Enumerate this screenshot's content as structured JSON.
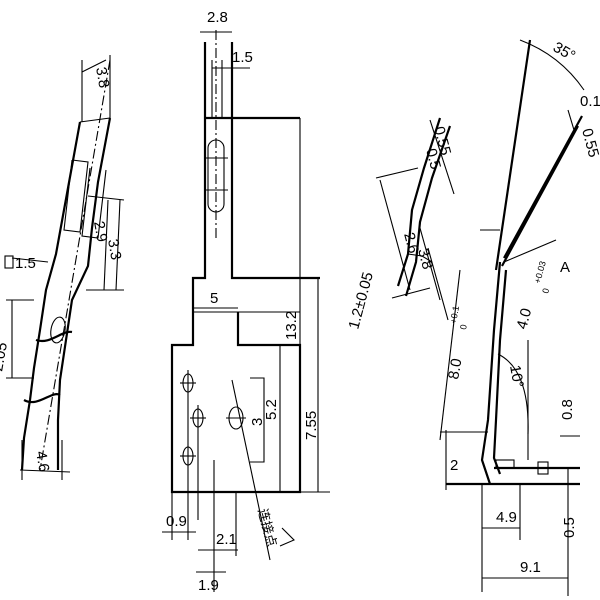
{
  "left_view": {
    "dims": {
      "d3_8": "3.8",
      "d1_5": "1.5",
      "d2_9": "2.9",
      "d3_3": "3.3",
      "d2_05": "2.05",
      "d4_6": "4.6"
    }
  },
  "front_view": {
    "dims": {
      "d2_8": "2.8",
      "d1_5": "1.5",
      "d5": "5",
      "d13_2": "13.2",
      "d7_55": "7.55",
      "d5_2": "5.2",
      "d3": "3",
      "d0_9": "0.9",
      "d2_1": "2.1",
      "d1_9": "1.9"
    },
    "note": "连接点"
  },
  "middle_detail": {
    "dims": {
      "d0_55": "0.55",
      "d0_5": "0.5",
      "d1_2": "1.2±0.05",
      "d2_6": "2.6",
      "d3_8": "3.8"
    }
  },
  "side_view": {
    "dims": {
      "angle35": "35°",
      "d0_1": "0.1",
      "d0_55": "0.55",
      "labelA": "A",
      "d4_0": "4.0",
      "d4_0_tol_up": "+0.03",
      "d4_0_tol_dn": "0",
      "d8_0": "8.0",
      "d8_0_tol_up": "+0.1",
      "d8_0_tol_dn": "0",
      "angle10": "10°",
      "d0_8": "0.8",
      "d2": "2",
      "d4_9": "4.9",
      "d0_5": "0.5",
      "d9_1": "9.1"
    }
  }
}
